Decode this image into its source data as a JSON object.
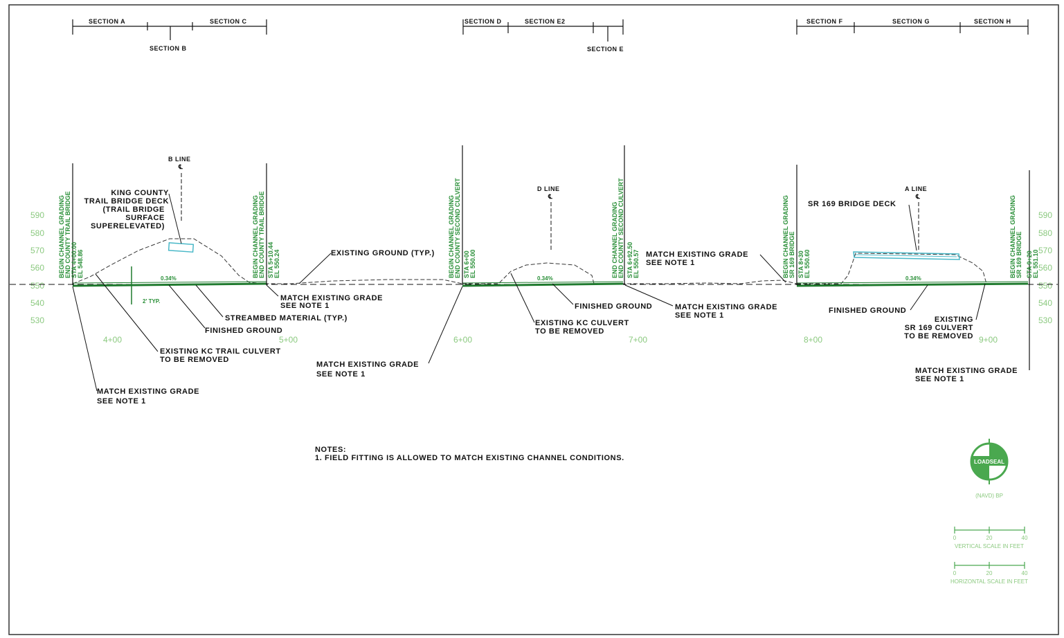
{
  "sections": [
    "SECTION A",
    "SECTION B",
    "SECTION C",
    "SECTION D",
    "SECTION E",
    "SECTION E2",
    "SECTION F",
    "SECTION G",
    "SECTION H"
  ],
  "sections_display": {
    "d": "SECTION D",
    "e2": "SECTION E2",
    "g": "SECTION G"
  },
  "elevations_left": [
    "590",
    "580",
    "570",
    "560",
    "550",
    "540",
    "530"
  ],
  "elevations_right": [
    "590",
    "580",
    "570",
    "560",
    "550",
    "540",
    "530"
  ],
  "stations": [
    "4+00",
    "5+00",
    "6+00",
    "7+00",
    "8+00",
    "9+00"
  ],
  "centerlines": {
    "b": [
      "B LINE",
      "℄"
    ],
    "d": [
      "D LINE",
      "℄"
    ],
    "a": [
      "A LINE",
      "℄"
    ]
  },
  "vertical_labels": {
    "v1": [
      "BEGIN CHANNEL GRADING",
      "END COUNTY TRAIL BRIDGE",
      "STA 4+00.00",
      "EL 548.86"
    ],
    "v2": [
      "BEGIN CHANNEL GRADING",
      "END COUNTY TRAIL BRIDGE",
      "STA 5+10.44",
      "EL 550.24"
    ],
    "v3": [
      "BEGIN CHANNEL GRADING",
      "END COUNTY SECOND CULVERT",
      "STA 6+00",
      "EL 550.00"
    ],
    "v4": [
      "END CHANNEL GRADING",
      "END COUNTY SECOND CULVERT",
      "STA 6+92.50",
      "EL 550.57"
    ],
    "v5": [
      "BEGIN CHANNEL GRADING",
      "SR 169 BRIDGE",
      "STA 8+30",
      "EL 550.60"
    ],
    "v6": [
      "BEGIN CHANNEL GRADING",
      "SR 169 BRIDGE",
      "STA 9+20",
      "EL 551.10"
    ]
  },
  "slopes": [
    "0.34%",
    "0.34%",
    "0.34%"
  ],
  "callouts": {
    "kc_trail_deck": [
      "KING COUNTY",
      "TRAIL BRIDGE DECK",
      "(TRAIL BRIDGE",
      "SURFACE",
      "SUPERELEVATED)"
    ],
    "existing_ground": "EXISTING GROUND (TYP.)",
    "match_1": [
      "MATCH EXISTING GRADE",
      "SEE NOTE 1"
    ],
    "streambed": "STREAMBED MATERIAL (TYP.)",
    "finished_ground_1": "FINISHED GROUND",
    "kc_trail_culvert": [
      "EXISTING KC TRAIL CULVERT",
      "TO BE REMOVED"
    ],
    "match_left": [
      "MATCH EXISTING GRADE",
      "SEE NOTE 1"
    ],
    "two_typ": "2' TYP.",
    "match_mid": [
      "MATCH EXISTING GRADE",
      "SEE NOTE 1"
    ],
    "finished_ground_2": "FINISHED GROUND",
    "kc_culvert": [
      "EXISTING KC CULVERT",
      "TO BE REMOVED"
    ],
    "match_2": [
      "MATCH EXISTING GRADE",
      "SEE NOTE 1"
    ],
    "match_3": [
      "MATCH EXISTING GRADE",
      "SEE NOTE 1"
    ],
    "sr169_deck": "SR 169 BRIDGE DECK",
    "finished_ground_3": "FINISHED GROUND",
    "sr169_culvert": [
      "EXISTING",
      "SR 169 CULVERT",
      "TO BE REMOVED"
    ],
    "match_right": [
      "MATCH EXISTING GRADE",
      "SEE NOTE 1"
    ]
  },
  "notes": {
    "title": "NOTES:",
    "items": [
      "1. FIELD FITTING IS ALLOWED TO MATCH EXISTING CHANNEL CONDITIONS."
    ]
  },
  "datum": {
    "seal_text": "LOADSEAL",
    "caption": "(NAVD) BP"
  },
  "scales": {
    "vertical": {
      "ticks": [
        "0",
        "20",
        "40"
      ],
      "label": "VERTICAL SCALE IN FEET"
    },
    "horizontal": {
      "ticks": [
        "0",
        "20",
        "40"
      ],
      "label": "HORIZONTAL SCALE IN FEET"
    }
  },
  "colors": {
    "ink": "#111111",
    "green": "#2f9e3a",
    "light_green": "#8bc97f",
    "cyan": "#49b8c8"
  }
}
